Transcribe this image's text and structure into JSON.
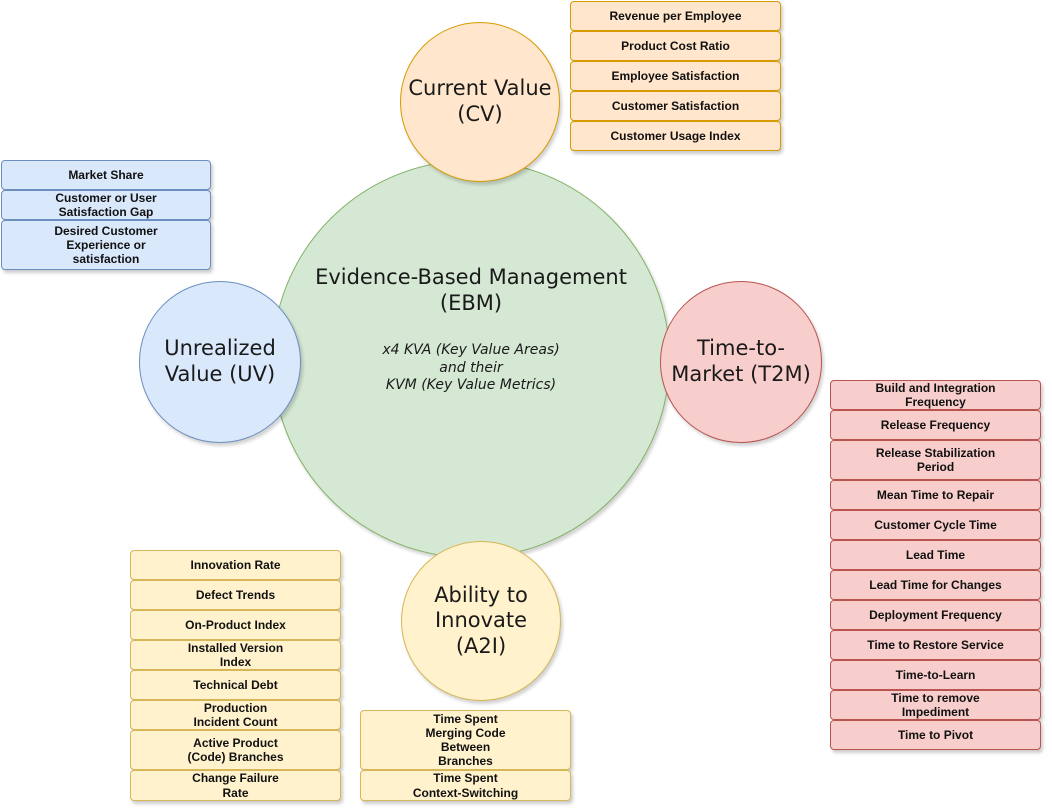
{
  "ebm": {
    "title": "Evidence-Based Management\n(EBM)",
    "subtitle": "x4 KVA (Key Value Areas)\nand their\nKVM (Key Value Metrics)"
  },
  "kva": {
    "cv": "Current Value\n(CV)",
    "uv": "Unrealized\nValue (UV)",
    "t2m": "Time-to-\nMarket (T2M)",
    "a2i": "Ability to\nInnovate\n(A2I)"
  },
  "metrics": {
    "cv": [
      "Revenue per Employee",
      "Product Cost Ratio",
      "Employee Satisfaction",
      "Customer Satisfaction",
      "Customer Usage Index"
    ],
    "uv": [
      "Market Share",
      "Customer or User\nSatisfaction Gap",
      "Desired Customer\nExperience or\nsatisfaction"
    ],
    "t2m": [
      "Build and Integration\nFrequency",
      "Release Frequency",
      "Release Stabilization\nPeriod",
      "Mean Time to Repair",
      "Customer Cycle Time",
      "Lead Time",
      "Lead Time for Changes",
      "Deployment Frequency",
      "Time to Restore Service",
      "Time-to-Learn",
      "Time to remove\nImpediment",
      "Time to Pivot"
    ],
    "a2i_left": [
      "Innovation Rate",
      "Defect Trends",
      "On-Product Index",
      "Installed Version\nIndex",
      "Technical Debt",
      "Production\nIncident Count",
      "Active Product\n(Code) Branches",
      "Change Failure\nRate"
    ],
    "a2i_bottom": [
      "Time Spent\nMerging Code\nBetween\nBranches",
      "Time Spent\nContext-Switching"
    ]
  }
}
